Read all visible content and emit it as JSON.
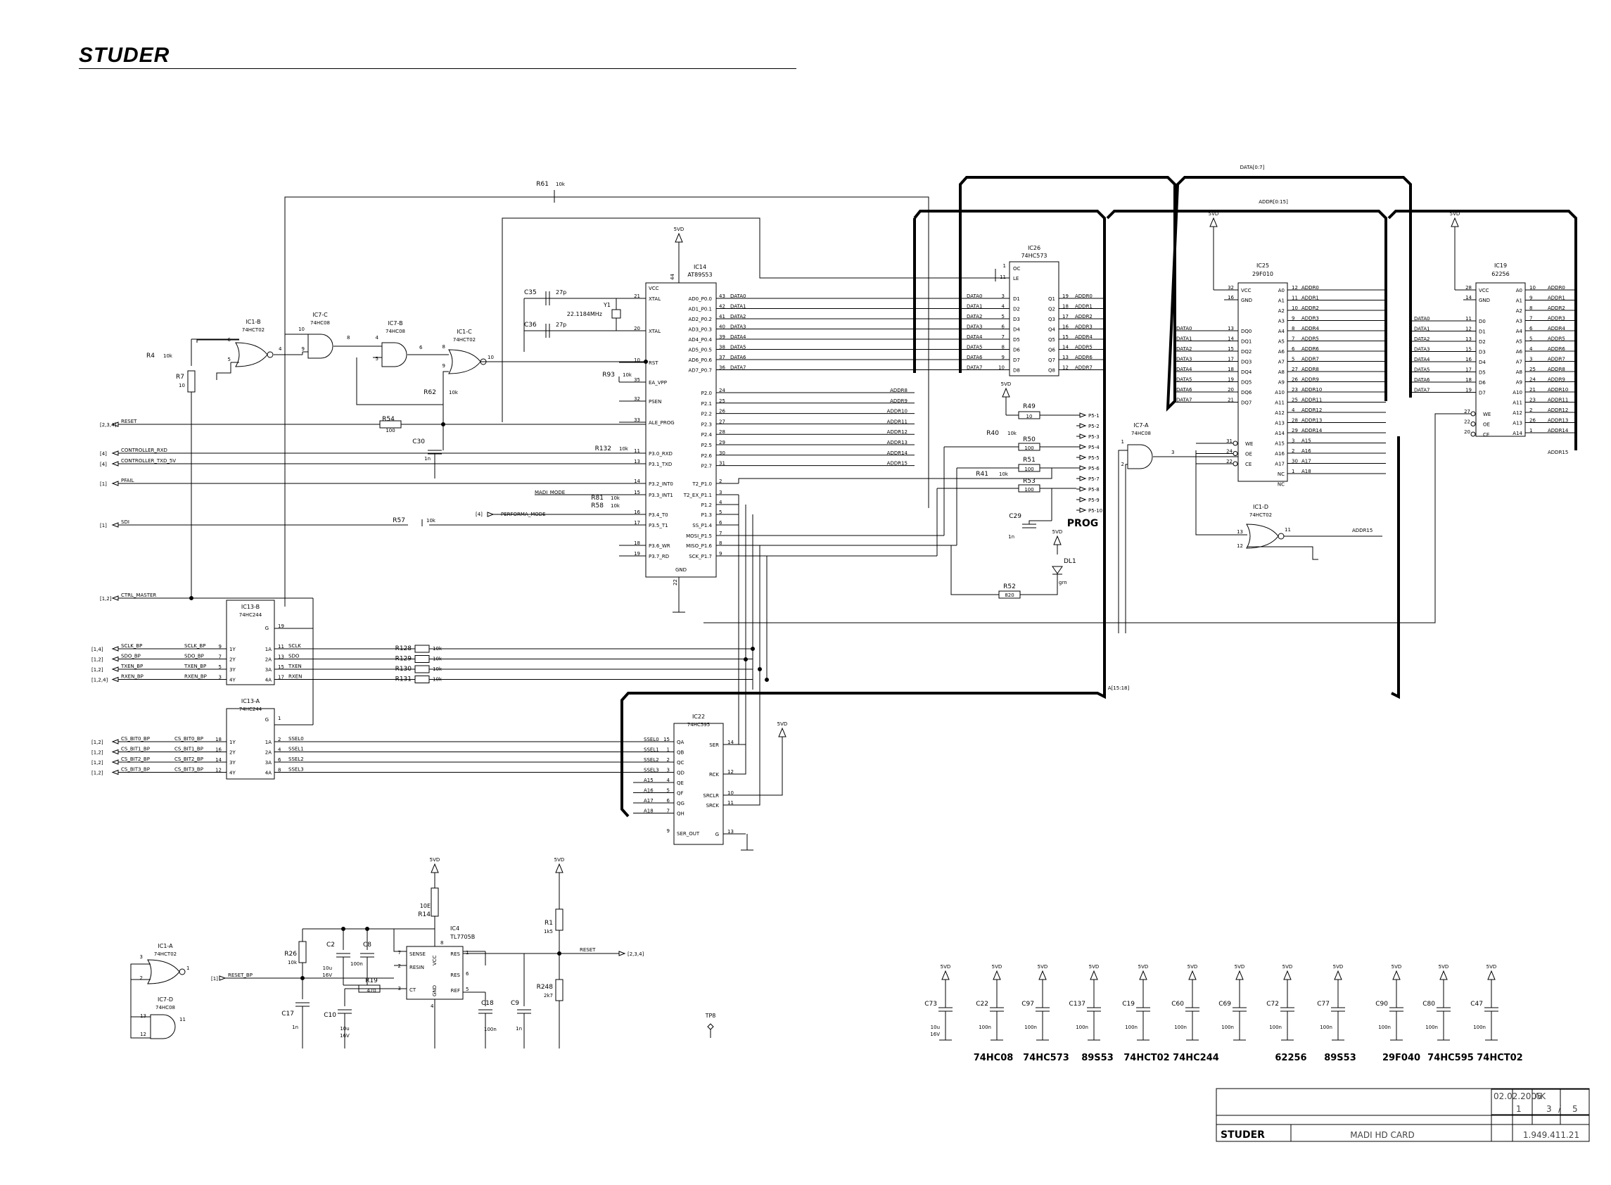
{
  "header": {
    "logo": "STUDER"
  },
  "buses": {
    "data": "DATA[0:7]",
    "addr": "ADDR[0:15]",
    "a": "A[15:18]"
  },
  "ics": {
    "ic14": {
      "ref": "IC14",
      "type": "AT89S53"
    },
    "ic26": {
      "ref": "IC26",
      "type": "74HC573"
    },
    "ic25": {
      "ref": "IC25",
      "type": "29F010"
    },
    "ic19": {
      "ref": "IC19",
      "type": "62256"
    },
    "ic13b": {
      "ref": "IC13-B",
      "type": "74HC244"
    },
    "ic13a": {
      "ref": "IC13-A",
      "type": "74HC244"
    },
    "ic22": {
      "ref": "IC22",
      "type": "74HC595"
    },
    "ic4": {
      "ref": "IC4",
      "type": "TL7705B"
    },
    "ic1b": {
      "ref": "IC1-B",
      "type": "74HCT02"
    },
    "ic7c": {
      "ref": "IC7-C",
      "type": "74HC08"
    },
    "ic7b": {
      "ref": "IC7-B",
      "type": "74HC08"
    },
    "ic1c": {
      "ref": "IC1-C",
      "type": "74HCT02"
    },
    "ic7a": {
      "ref": "IC7-A",
      "type": "74HC08"
    },
    "ic1d": {
      "ref": "IC1-D",
      "type": "74HCT02"
    },
    "ic1a": {
      "ref": "IC1-A",
      "type": "74HCT02"
    },
    "ic7d": {
      "ref": "IC7-D",
      "type": "74HC08"
    }
  },
  "signals": {
    "reset": "RESET",
    "ctrl_rxd": "CONTROLLER_RXD",
    "ctrl_txd": "CONTROLLER_TXD_5V",
    "pfail": "PFAIL",
    "sdi": "SDI",
    "ctrl_master": "CTRL_MASTER",
    "madi_mode": "MADI_MODE",
    "performa_mode": "PERFORMA_MODE",
    "reset_bp": "RESET_BP",
    "sclk_bp": "SCLK_BP",
    "sdo_bp": "SDO_BP",
    "txen_bp": "TXEN_BP",
    "rxen_bp": "RXEN_BP",
    "cs0": "CS_BIT0_BP",
    "cs1": "CS_BIT1_BP",
    "cs2": "CS_BIT2_BP",
    "cs3": "CS_BIT3_BP",
    "sclk": "SCLK",
    "sdo": "SDO",
    "txen": "TXEN",
    "rxen": "RXEN",
    "ssel0": "SSEL0",
    "ssel1": "SSEL1",
    "ssel2": "SSEL2",
    "ssel3": "SSEL3",
    "ref_234": "[2,3,4]",
    "ref_4": "[4]",
    "ref_1": "[1]",
    "ref_12": "[1,2]",
    "ref_14": "[1,4]",
    "ref_124": "[1,2,4]"
  },
  "ic14_pins": [
    {
      "n": "43",
      "l": "AD0_P0.0",
      "s": "DATA0"
    },
    {
      "n": "42",
      "l": "AD1_P0.1",
      "s": "DATA1"
    },
    {
      "n": "41",
      "l": "AD2_P0.2",
      "s": "DATA2"
    },
    {
      "n": "40",
      "l": "AD3_P0.3",
      "s": "DATA3"
    },
    {
      "n": "39",
      "l": "AD4_P0.4",
      "s": "DATA4"
    },
    {
      "n": "38",
      "l": "AD5_P0.5",
      "s": "DATA5"
    },
    {
      "n": "37",
      "l": "AD6_P0.6",
      "s": "DATA6"
    },
    {
      "n": "36",
      "l": "AD7_P0.7",
      "s": "DATA7"
    }
  ],
  "ic14_p2": [
    {
      "n": "24",
      "l": "P2.0",
      "s": "ADDR8"
    },
    {
      "n": "25",
      "l": "P2.1",
      "s": "ADDR9"
    },
    {
      "n": "26",
      "l": "P2.2",
      "s": "ADDR10"
    },
    {
      "n": "27",
      "l": "P2.3",
      "s": "ADDR11"
    },
    {
      "n": "28",
      "l": "P2.4",
      "s": "ADDR12"
    },
    {
      "n": "29",
      "l": "P2.5",
      "s": "ADDR13"
    },
    {
      "n": "30",
      "l": "P2.6",
      "s": "ADDR14"
    },
    {
      "n": "31",
      "l": "P2.7",
      "s": "ADDR15"
    }
  ],
  "ic14_left": [
    {
      "n": "21",
      "l": "XTAL"
    },
    {
      "n": "20",
      "l": "XTAL"
    },
    {
      "n": "10",
      "l": "RST"
    },
    {
      "n": "35",
      "l": "EA_VPP"
    },
    {
      "n": "32",
      "l": "PSEN"
    },
    {
      "n": "33",
      "l": "ALE_PROG"
    },
    {
      "n": "11",
      "l": "P3.0_RXD"
    },
    {
      "n": "13",
      "l": "P3.1_TXD"
    },
    {
      "n": "14",
      "l": "P3.2_INT0"
    },
    {
      "n": "15",
      "l": "P3.3_INT1"
    },
    {
      "n": "16",
      "l": "P3.4_T0"
    },
    {
      "n": "17",
      "l": "P3.5_T1"
    },
    {
      "n": "18",
      "l": "P3.6_WR"
    },
    {
      "n": "19",
      "l": "P3.7_RD"
    }
  ],
  "ic14_p1": [
    {
      "n": "2",
      "l": "T2_P1.0"
    },
    {
      "n": "3",
      "l": "T2_EX_P1.1"
    },
    {
      "n": "4",
      "l": "P1.2"
    },
    {
      "n": "5",
      "l": "P1.3"
    },
    {
      "n": "6",
      "l": "SS_P1.4"
    },
    {
      "n": "7",
      "l": "MOSI_P1.5"
    },
    {
      "n": "8",
      "l": "MISO_P1.6"
    },
    {
      "n": "9",
      "l": "SCK_P1.7"
    }
  ],
  "ic14_misc": {
    "vcc": "VCC",
    "gnd": "GND",
    "vcc_pin": "44",
    "gnd_pin": "22"
  },
  "ic26_pins": [
    {
      "i": "3",
      "o": "19",
      "d": "D1",
      "q": "Q1",
      "si": "DATA0",
      "so": "ADDR0"
    },
    {
      "i": "4",
      "o": "18",
      "d": "D2",
      "q": "Q2",
      "si": "DATA1",
      "so": "ADDR1"
    },
    {
      "i": "5",
      "o": "17",
      "d": "D3",
      "q": "Q3",
      "si": "DATA2",
      "so": "ADDR2"
    },
    {
      "i": "6",
      "o": "16",
      "d": "D4",
      "q": "Q4",
      "si": "DATA3",
      "so": "ADDR3"
    },
    {
      "i": "7",
      "o": "15",
      "d": "D5",
      "q": "Q5",
      "si": "DATA4",
      "so": "ADDR4"
    },
    {
      "i": "8",
      "o": "14",
      "d": "D6",
      "q": "Q6",
      "si": "DATA5",
      "so": "ADDR5"
    },
    {
      "i": "9",
      "o": "13",
      "d": "D7",
      "q": "Q7",
      "si": "DATA6",
      "so": "ADDR6"
    },
    {
      "i": "10",
      "o": "12",
      "d": "D8",
      "q": "Q8",
      "si": "DATA7",
      "so": "ADDR7"
    }
  ],
  "ic26_misc": {
    "oc": "OC",
    "le": "LE",
    "oc_pin": "1",
    "le_pin": "11"
  },
  "ic25_left": [
    {
      "n": "32",
      "l": "VCC",
      "s": ""
    },
    {
      "n": "16",
      "l": "GND",
      "s": ""
    },
    {
      "n": "13",
      "l": "DQ0",
      "s": "DATA0"
    },
    {
      "n": "14",
      "l": "DQ1",
      "s": "DATA1"
    },
    {
      "n": "15",
      "l": "DQ2",
      "s": "DATA2"
    },
    {
      "n": "17",
      "l": "DQ3",
      "s": "DATA3"
    },
    {
      "n": "18",
      "l": "DQ4",
      "s": "DATA4"
    },
    {
      "n": "19",
      "l": "DQ5",
      "s": "DATA5"
    },
    {
      "n": "20",
      "l": "DQ6",
      "s": "DATA6"
    },
    {
      "n": "21",
      "l": "DQ7",
      "s": "DATA7"
    }
  ],
  "ic25_ctrl": [
    {
      "n": "31",
      "l": "WE"
    },
    {
      "n": "24",
      "l": "OE"
    },
    {
      "n": "22",
      "l": "CE"
    }
  ],
  "ic25_right": [
    {
      "n": "12",
      "l": "A0",
      "s": "ADDR0"
    },
    {
      "n": "11",
      "l": "A1",
      "s": "ADDR1"
    },
    {
      "n": "10",
      "l": "A2",
      "s": "ADDR2"
    },
    {
      "n": "9",
      "l": "A3",
      "s": "ADDR3"
    },
    {
      "n": "8",
      "l": "A4",
      "s": "ADDR4"
    },
    {
      "n": "7",
      "l": "A5",
      "s": "ADDR5"
    },
    {
      "n": "6",
      "l": "A6",
      "s": "ADDR6"
    },
    {
      "n": "5",
      "l": "A7",
      "s": "ADDR7"
    },
    {
      "n": "27",
      "l": "A8",
      "s": "ADDR8"
    },
    {
      "n": "26",
      "l": "A9",
      "s": "ADDR9"
    },
    {
      "n": "23",
      "l": "A10",
      "s": "ADDR10"
    },
    {
      "n": "25",
      "l": "A11",
      "s": "ADDR11"
    },
    {
      "n": "4",
      "l": "A12",
      "s": "ADDR12"
    },
    {
      "n": "28",
      "l": "A13",
      "s": "ADDR13"
    },
    {
      "n": "29",
      "l": "A14",
      "s": "ADDR14"
    },
    {
      "n": "3",
      "l": "A15",
      "s": "A15"
    },
    {
      "n": "2",
      "l": "A16",
      "s": "A16"
    },
    {
      "n": "30",
      "l": "A17",
      "s": "A17"
    },
    {
      "n": "1",
      "l": "NC",
      "s": "A18"
    },
    {
      "n": "",
      "l": "NC",
      "s": ""
    }
  ],
  "ic19_left": [
    {
      "n": "28",
      "l": "VCC",
      "s": ""
    },
    {
      "n": "14",
      "l": "GND",
      "s": ""
    },
    {
      "n": "11",
      "l": "D0",
      "s": "DATA0"
    },
    {
      "n": "12",
      "l": "D1",
      "s": "DATA1"
    },
    {
      "n": "13",
      "l": "D2",
      "s": "DATA2"
    },
    {
      "n": "15",
      "l": "D3",
      "s": "DATA3"
    },
    {
      "n": "16",
      "l": "D4",
      "s": "DATA4"
    },
    {
      "n": "17",
      "l": "D5",
      "s": "DATA5"
    },
    {
      "n": "18",
      "l": "D6",
      "s": "DATA6"
    },
    {
      "n": "19",
      "l": "D7",
      "s": "DATA7"
    }
  ],
  "ic19_ctrl": [
    {
      "n": "27",
      "l": "WE"
    },
    {
      "n": "22",
      "l": "OE"
    },
    {
      "n": "20",
      "l": "CE"
    }
  ],
  "ic19_right": [
    {
      "n": "10",
      "l": "A0",
      "s": "ADDR0"
    },
    {
      "n": "9",
      "l": "A1",
      "s": "ADDR1"
    },
    {
      "n": "8",
      "l": "A2",
      "s": "ADDR2"
    },
    {
      "n": "7",
      "l": "A3",
      "s": "ADDR3"
    },
    {
      "n": "6",
      "l": "A4",
      "s": "ADDR4"
    },
    {
      "n": "5",
      "l": "A5",
      "s": "ADDR5"
    },
    {
      "n": "4",
      "l": "A6",
      "s": "ADDR6"
    },
    {
      "n": "3",
      "l": "A7",
      "s": "ADDR7"
    },
    {
      "n": "25",
      "l": "A8",
      "s": "ADDR8"
    },
    {
      "n": "24",
      "l": "A9",
      "s": "ADDR9"
    },
    {
      "n": "21",
      "l": "A10",
      "s": "ADDR10"
    },
    {
      "n": "23",
      "l": "A11",
      "s": "ADDR11"
    },
    {
      "n": "2",
      "l": "A12",
      "s": "ADDR12"
    },
    {
      "n": "26",
      "l": "A13",
      "s": "ADDR13"
    },
    {
      "n": "1",
      "l": "A14",
      "s": "ADDR14"
    }
  ],
  "ic19_extra": "ADDR15",
  "ic22_left": [
    {
      "n": "15",
      "l": "QA",
      "s": "SSEL0"
    },
    {
      "n": "1",
      "l": "QB",
      "s": "SSEL1"
    },
    {
      "n": "2",
      "l": "QC",
      "s": "SSEL2"
    },
    {
      "n": "3",
      "l": "QD",
      "s": "SSEL3"
    },
    {
      "n": "4",
      "l": "QE",
      "s": "A15"
    },
    {
      "n": "5",
      "l": "QF",
      "s": "A16"
    },
    {
      "n": "6",
      "l": "QG",
      "s": "A17"
    },
    {
      "n": "7",
      "l": "QH",
      "s": "A18"
    },
    {
      "n": "9",
      "l": "SER_OUT",
      "s": ""
    }
  ],
  "ic22_right": [
    {
      "n": "14",
      "l": "SER"
    },
    {
      "n": "12",
      "l": "RCK"
    },
    {
      "n": "10",
      "l": "SRCLR"
    },
    {
      "n": "11",
      "l": "SRCK"
    },
    {
      "n": "13",
      "l": "G"
    }
  ],
  "ic13b_pins": [
    {
      "a": "11",
      "al": "1A",
      "y": "9",
      "yl": "1Y",
      "in": "SCLK_BP",
      "out": "SCLK",
      "r": "R128",
      "rv": "10k"
    },
    {
      "a": "13",
      "al": "2A",
      "y": "7",
      "yl": "2Y",
      "in": "SDO_BP",
      "out": "SDO",
      "r": "R129",
      "rv": "10k"
    },
    {
      "a": "15",
      "al": "3A",
      "y": "5",
      "yl": "3Y",
      "in": "TXEN_BP",
      "out": "TXEN",
      "r": "R130",
      "rv": "10k"
    },
    {
      "a": "17",
      "al": "4A",
      "y": "3",
      "yl": "4Y",
      "in": "RXEN_BP",
      "out": "RXEN",
      "r": "R131",
      "rv": "10k"
    }
  ],
  "ic13a_pins": [
    {
      "a": "2",
      "al": "1A",
      "y": "18",
      "yl": "1Y",
      "in": "CS_BIT0_BP",
      "out": "SSEL0"
    },
    {
      "a": "4",
      "al": "2A",
      "y": "16",
      "yl": "2Y",
      "in": "CS_BIT1_BP",
      "out": "SSEL1"
    },
    {
      "a": "6",
      "al": "3A",
      "y": "14",
      "yl": "3Y",
      "in": "CS_BIT2_BP",
      "out": "SSEL2"
    },
    {
      "a": "8",
      "al": "4A",
      "y": "12",
      "yl": "4Y",
      "in": "CS_BIT3_BP",
      "out": "SSEL3"
    }
  ],
  "ic13_g": {
    "b_pin": "19",
    "a_pin": "1",
    "g": "G"
  },
  "components": {
    "r61": "R61",
    "r61v": "10k",
    "r4": "R4",
    "r4v": "10k",
    "r7": "R7",
    "r7v": "10",
    "r54": "R54",
    "r54v": "100",
    "r62": "R62",
    "r62v": "10k",
    "c30": "C30",
    "c30v": "1n",
    "r93": "R93",
    "r93v": "10k",
    "r132": "R132",
    "r132v": "10k",
    "r81": "R81",
    "r81v": "10k",
    "r58": "R58",
    "r58v": "10k",
    "r57": "R57",
    "r57v": "10k",
    "c35": "C35",
    "c35v": "27p",
    "c36": "C36",
    "c36v": "27p",
    "y1": "Y1",
    "y1v": "22.1184MHz",
    "r49": "R49",
    "r49v": "10",
    "r40": "R40",
    "r40v": "10k",
    "r50": "R50",
    "r50v": "100",
    "r51": "R51",
    "r51v": "100",
    "r41": "R41",
    "r41v": "10k",
    "r53": "R53",
    "r53v": "100",
    "c29": "C29",
    "c29v": "1n",
    "r52": "R52",
    "r52v": "820",
    "dl1": "DL1",
    "dl1v": "grn",
    "prog": "PROG",
    "r14": "R14",
    "r14v": "10E",
    "r26": "R26",
    "r26v": "10k",
    "c2": "C2",
    "c2v1": "10u",
    "c2v2": "16V",
    "c8": "C8",
    "c8v": "100n",
    "r19": "R19",
    "r19v": "470",
    "c17": "C17",
    "c17v": "1n",
    "c10": "C10",
    "c10v1": "10u",
    "c10v2": "16V",
    "c18": "C18",
    "c18v": "100n",
    "c9": "C9",
    "c9v": "1n",
    "r1": "R1",
    "r1v": "1k5",
    "r248": "R248",
    "r248v": "2k7",
    "tp8": "TP8"
  },
  "p5": [
    "P5-1",
    "P5-2",
    "P5-3",
    "P5-4",
    "P5-5",
    "P5-6",
    "P5-7",
    "P5-8",
    "P5-9",
    "P5-10"
  ],
  "ic4_pins": {
    "sense": "SENSE",
    "resin": "RESIN",
    "ct": "CT",
    "gnd": "GND",
    "vcc": "VCC",
    "reso": "RES",
    "res": "RES",
    "ref": "REF",
    "p7": "7",
    "p2": "2",
    "p3": "3",
    "p4": "4",
    "p8": "8",
    "p6": "6",
    "p5": "5",
    "p1": "1"
  },
  "supply": "5VD",
  "decoupling": [
    {
      "ref": "C73",
      "v1": "10u",
      "v2": "16V"
    },
    {
      "ref": "C22",
      "v1": "100n",
      "v2": ""
    },
    {
      "ref": "C97",
      "v1": "100n",
      "v2": ""
    },
    {
      "ref": "C137",
      "v1": "100n",
      "v2": ""
    },
    {
      "ref": "C19",
      "v1": "100n",
      "v2": ""
    },
    {
      "ref": "C60",
      "v1": "100n",
      "v2": ""
    },
    {
      "ref": "C69",
      "v1": "100n",
      "v2": ""
    },
    {
      "ref": "C72",
      "v1": "100n",
      "v2": ""
    },
    {
      "ref": "C77",
      "v1": "100n",
      "v2": ""
    },
    {
      "ref": "C90",
      "v1": "100n",
      "v2": ""
    },
    {
      "ref": "C80",
      "v1": "100n",
      "v2": ""
    },
    {
      "ref": "C47",
      "v1": "100n",
      "v2": ""
    }
  ],
  "decoupling_labels": [
    "74HC08",
    "74HC573",
    "89S53",
    "74HCT02",
    "74HC244",
    "62256",
    "89S53",
    "29F040",
    "74HC595",
    "74HCT02"
  ],
  "gate_pins": {
    "ic1b": [
      "6",
      "5",
      "4"
    ],
    "ic7c": [
      "10",
      "9",
      "8"
    ],
    "ic7b": [
      "4",
      "5",
      "6"
    ],
    "ic1c": [
      "8",
      "9",
      "10"
    ],
    "ic7a": [
      "1",
      "2",
      "3"
    ],
    "ic1d": [
      "13",
      "12",
      "11"
    ],
    "ic1a": [
      "3",
      "2",
      "1"
    ],
    "ic7d": [
      "13",
      "12",
      "11"
    ]
  },
  "title_block": {
    "date": "02.02.2005",
    "drawn": "AK",
    "index": "1",
    "page": "3",
    "of": "/",
    "pages": "5",
    "title": "MADI HD CARD",
    "number": "1.949.411.21",
    "logo": "STUDER"
  }
}
